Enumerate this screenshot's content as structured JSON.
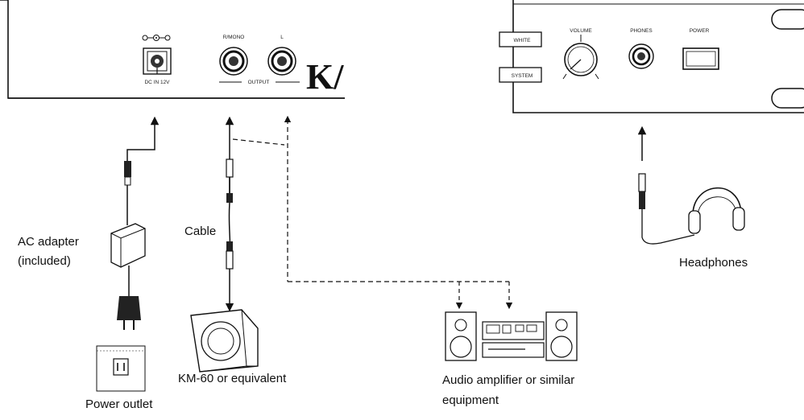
{
  "rear_panel": {
    "dc_in_label": "DC IN 12V",
    "output_left_jack_label": "R/MONO",
    "output_right_jack_label": "L",
    "output_group_label": "OUTPUT",
    "brand_fragment": "K/"
  },
  "front_panel": {
    "white_button_label": "WHITE",
    "system_button_label": "SYSTEM",
    "volume_label": "VOLUME",
    "phones_label": "PHONES",
    "power_label": "POWER"
  },
  "labels": {
    "ac_adapter_line1": "AC adapter",
    "ac_adapter_line2": "(included)",
    "cable": "Cable",
    "power_outlet": "Power outlet",
    "km60": "KM-60 or equivalent",
    "audio_amp_line1": "Audio amplifier or similar",
    "audio_amp_line2": "equipment",
    "headphones": "Headphones"
  },
  "icons": [
    "power-plug-icon",
    "audio-cable-icon",
    "headphones-icon",
    "speaker-cabinet-icon",
    "stereo-system-icon",
    "wall-outlet-icon",
    "volume-knob-icon"
  ]
}
